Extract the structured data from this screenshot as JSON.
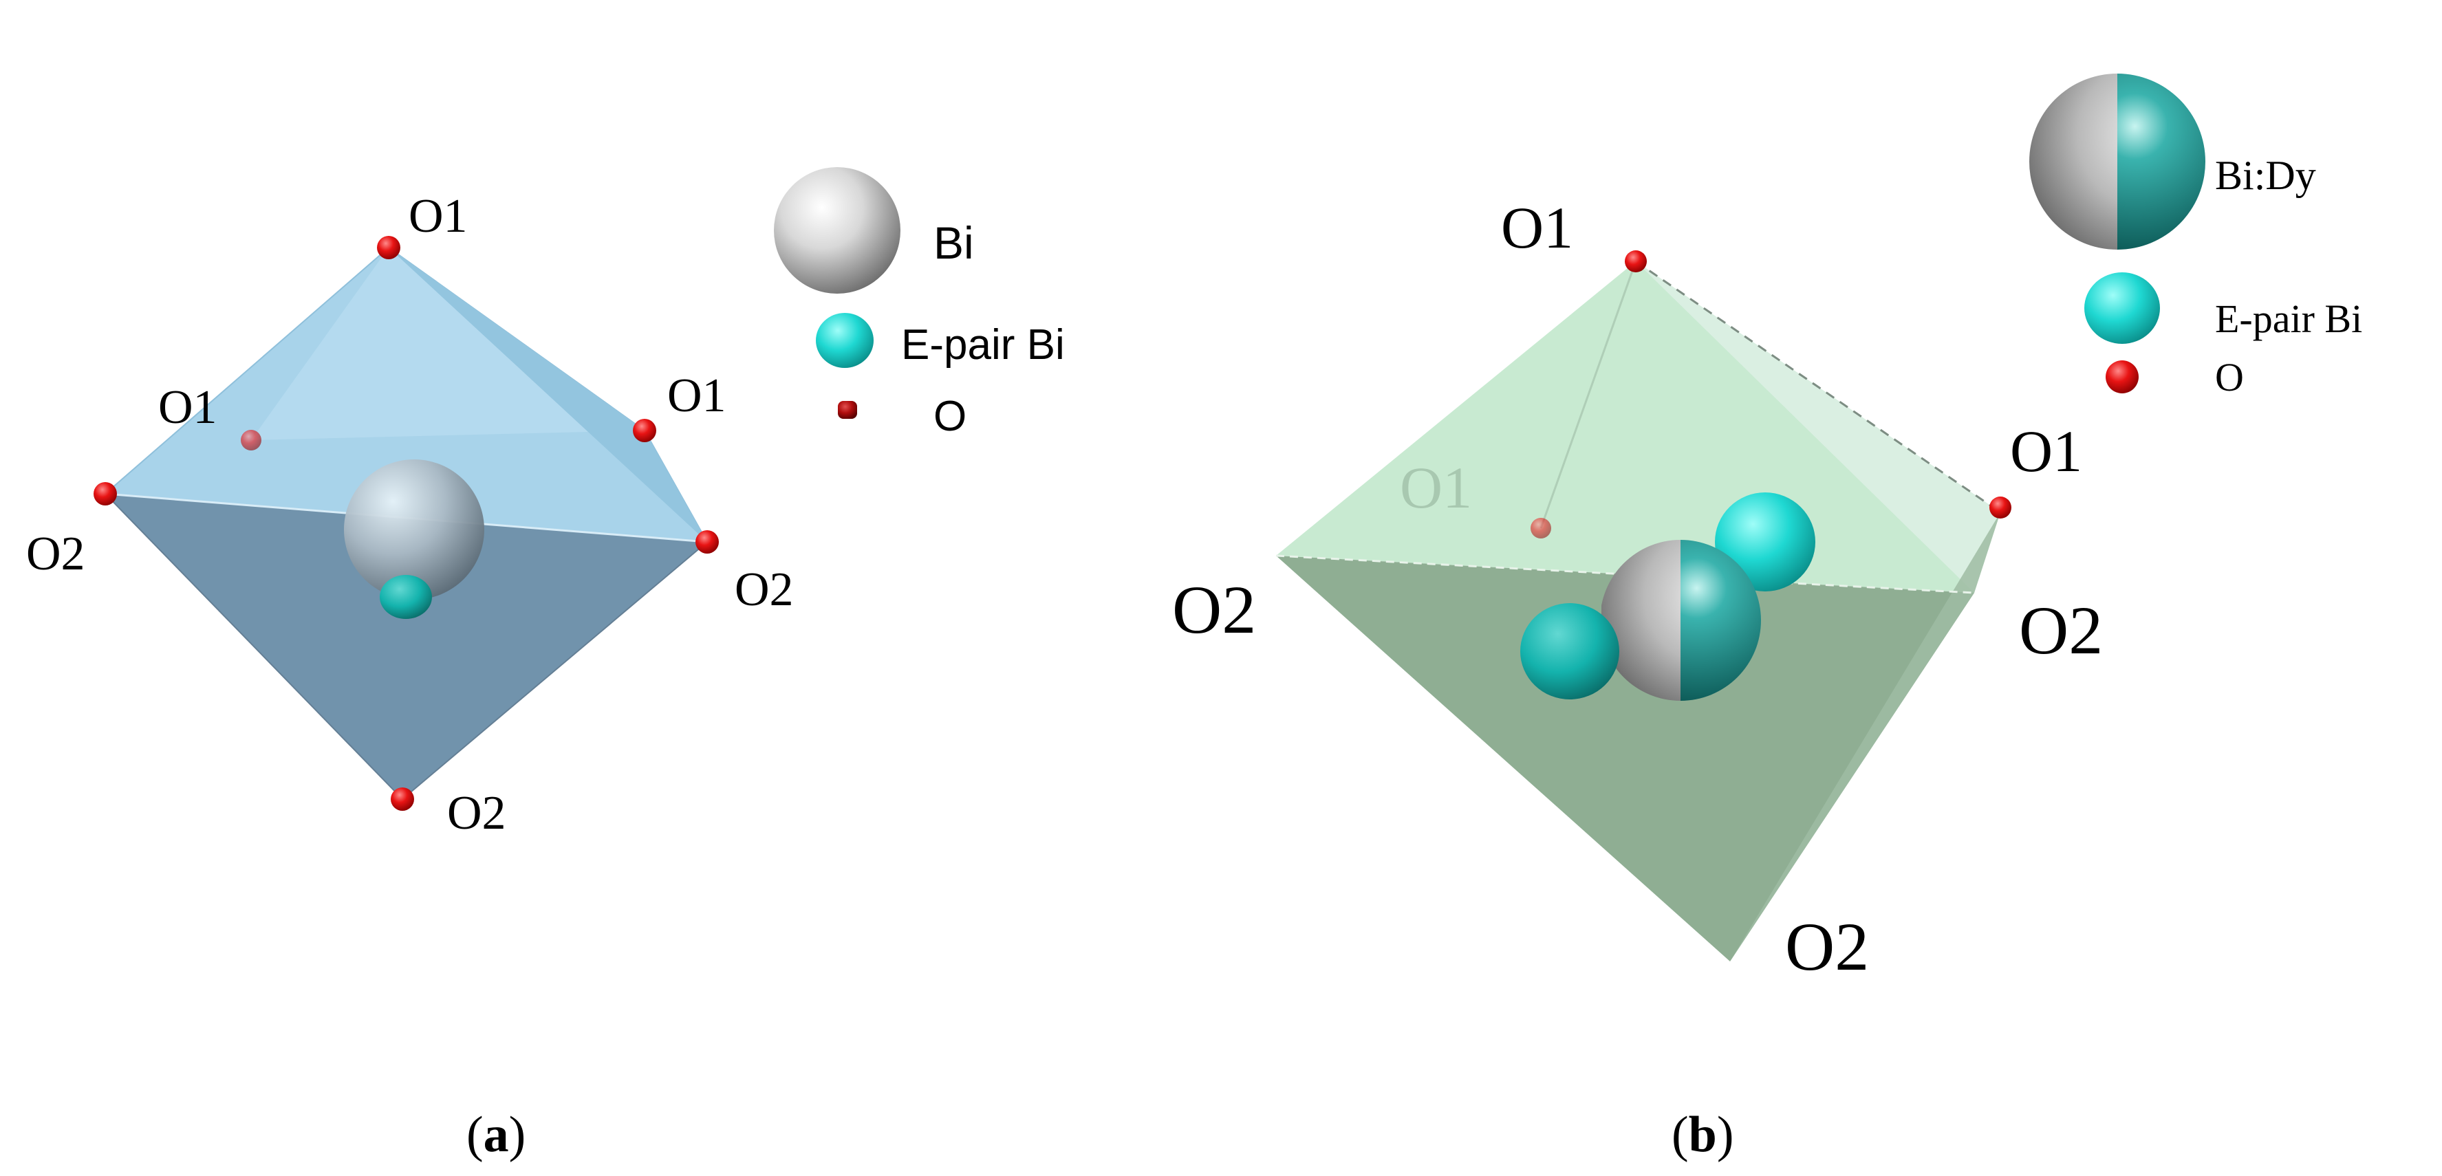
{
  "panel_a": {
    "atom_labels": {
      "o1_top": "O1",
      "o1_left": "O1",
      "o1_right": "O1",
      "o2_left": "O2",
      "o2_right": "O2",
      "o2_bottom": "O2"
    },
    "legend": {
      "bi": "Bi",
      "epair": "E-pair Bi",
      "o": "O"
    },
    "caption": {
      "open": "(",
      "letter": "a",
      "close": ")"
    }
  },
  "panel_b": {
    "atom_labels": {
      "o1_top": "O1",
      "o1_back": "O1",
      "o1_right": "O1",
      "o2_left": "O2",
      "o2_right": "O2",
      "o2_bottom": "O2"
    },
    "legend": {
      "bidy": "Bi:Dy",
      "epair": "E-pair Bi",
      "o": "O"
    },
    "caption": {
      "open": "(",
      "letter": "b",
      "close": ")"
    }
  },
  "colors": {
    "oxygen": "#e01010",
    "epair": "#19d6d0",
    "bi": "#c8c8c8",
    "dy": "#138f8c",
    "poly_a_light": "#a9d4ea",
    "poly_a_dark": "#7192ab",
    "poly_b_light": "#c6ead0",
    "poly_b_dark": "#8aab8f"
  }
}
